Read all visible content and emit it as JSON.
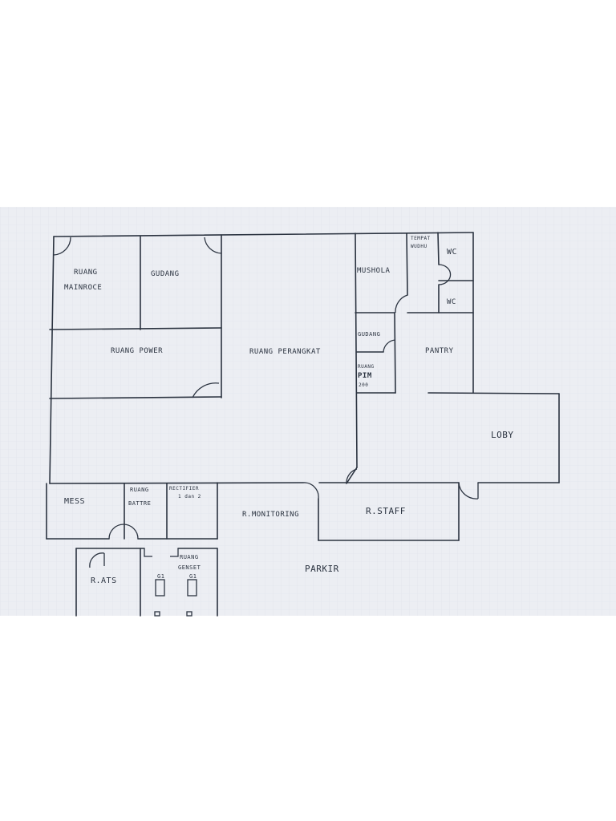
{
  "colors": {
    "paper": "#eceef3",
    "grid": "#dde1e9",
    "ink": "#2b3340",
    "backdrop": "#ffffff"
  },
  "rooms": {
    "ruang_mainroce_l1": "RUANG",
    "ruang_mainroce_l2": "MAINROCE",
    "gudang_top": "GUDANG",
    "ruang_perangkat": "RUANG PERANGKAT",
    "mushola": "MUSHOLA",
    "tempat_wudhu_l1": "TEMPAT",
    "tempat_wudhu_l2": "WUDHU",
    "wc_1": "WC",
    "wc_2": "WC",
    "ruang_power": "RUANG POWER",
    "gudang_small": "GUDANG",
    "pantry": "PANTRY",
    "ruang_pim_l1": "RUANG",
    "ruang_pim_l2": "PIM",
    "ruang_pim_l3": "200",
    "loby": "LOBY",
    "mess": "MESS",
    "ruang_battre_l1": "RUANG",
    "ruang_battre_l2": "BATTRE",
    "rectifier_l1": "RECTIFIER",
    "rectifier_l2": "1 dan 2",
    "r_monitoring": "R.MONITORING",
    "r_staff": "R.STAFF",
    "r_ats": "R.ATS",
    "ruang_genset_l1": "RUANG",
    "ruang_genset_l2": "GENSET",
    "genset_g1": "G1",
    "genset_g2": "G1",
    "parkir": "PARKIR"
  }
}
